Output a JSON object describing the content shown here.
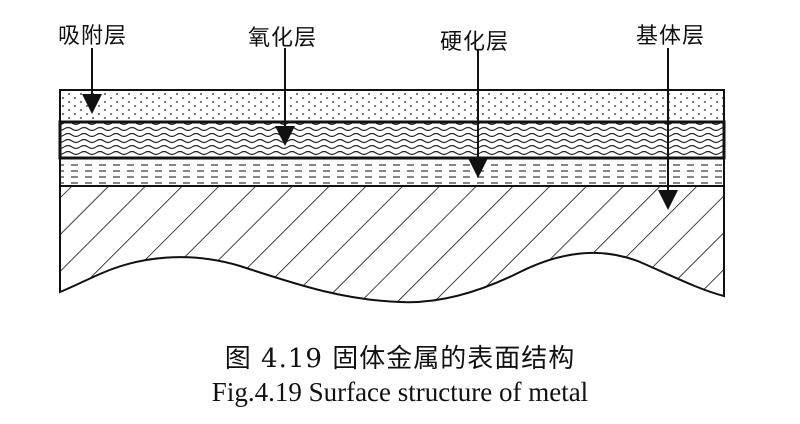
{
  "labels": {
    "adsorption": "吸附层",
    "oxide": "氧化层",
    "hardened": "硬化层",
    "substrate": "基体层"
  },
  "caption": {
    "chinese": "图 4.19 固体金属的表面结构",
    "english": "Fig.4.19 Surface structure of metal"
  },
  "colors": {
    "ink": "#111111",
    "background": "#ffffff"
  }
}
